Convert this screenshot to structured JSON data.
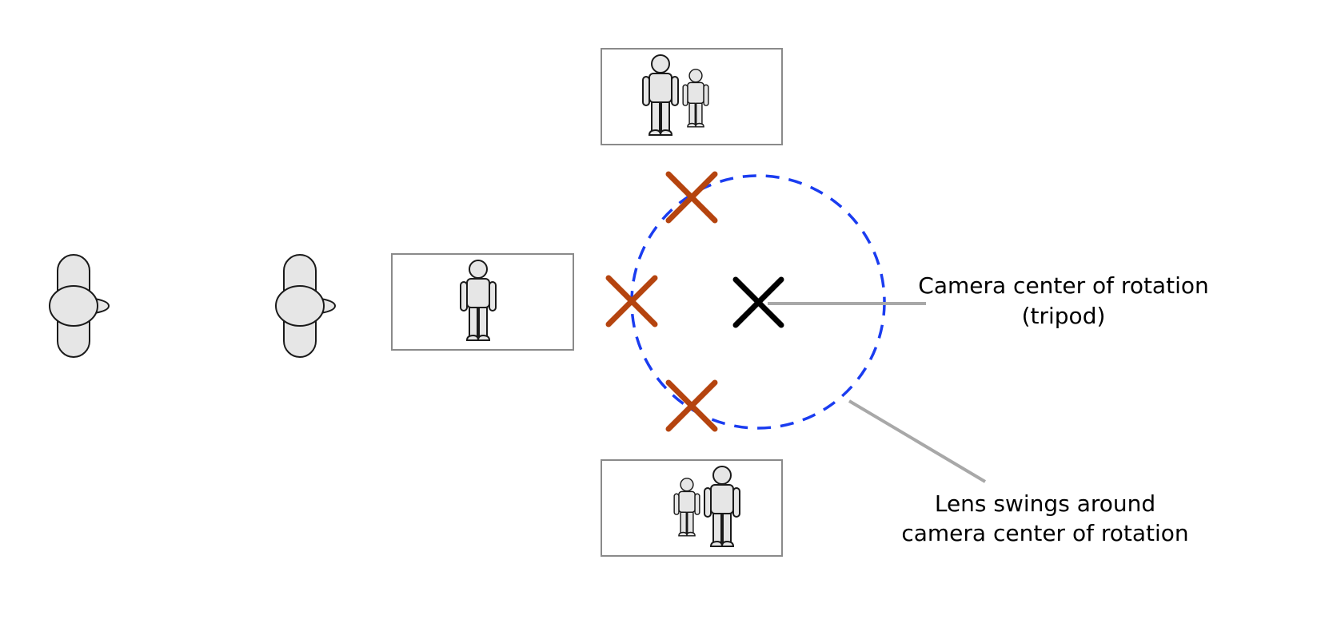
{
  "colors": {
    "circle": "#1a3cf0",
    "lens_marker": "#b5440f",
    "center_marker": "#000000",
    "leader": "#a8a8a8"
  },
  "labels": {
    "center_line1": "Camera center of rotation",
    "center_line2": "(tripod)",
    "lens_line1": "Lens swings around",
    "lens_line2": "camera center of rotation"
  }
}
